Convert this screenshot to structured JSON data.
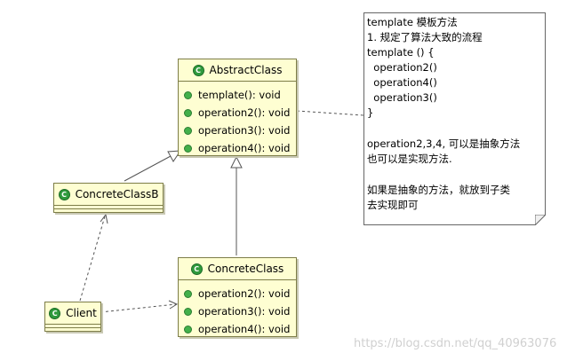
{
  "classes": {
    "abstract": {
      "name": "AbstractClass",
      "methods": [
        "template(): void",
        "operation2(): void",
        "operation3(): void",
        "operation4(): void"
      ]
    },
    "concrete_b": {
      "name": "ConcreteClassB"
    },
    "concrete": {
      "name": "ConcreteClass",
      "methods": [
        "operation2(): void",
        "operation3(): void",
        "operation4(): void"
      ]
    },
    "client": {
      "name": "Client"
    }
  },
  "note": {
    "lines": [
      "template 模板方法",
      "1. 规定了算法大致的流程",
      "template () {",
      "  operation2()",
      "  operation4()",
      "  operation3()",
      "}",
      "operation2,3,4, 可以是抽象方法",
      "也可以是实现方法.",
      "如果是抽象的方法，就放到子类",
      "去实现即可"
    ]
  },
  "watermark": "https://blog.csdn.net/qq_40963076",
  "icons": {
    "class": "class-icon",
    "method": "method-icon"
  },
  "colors": {
    "class_fill": "#fefed2",
    "class_border": "#7d7d48",
    "icon_green": "#2f9a3c"
  }
}
